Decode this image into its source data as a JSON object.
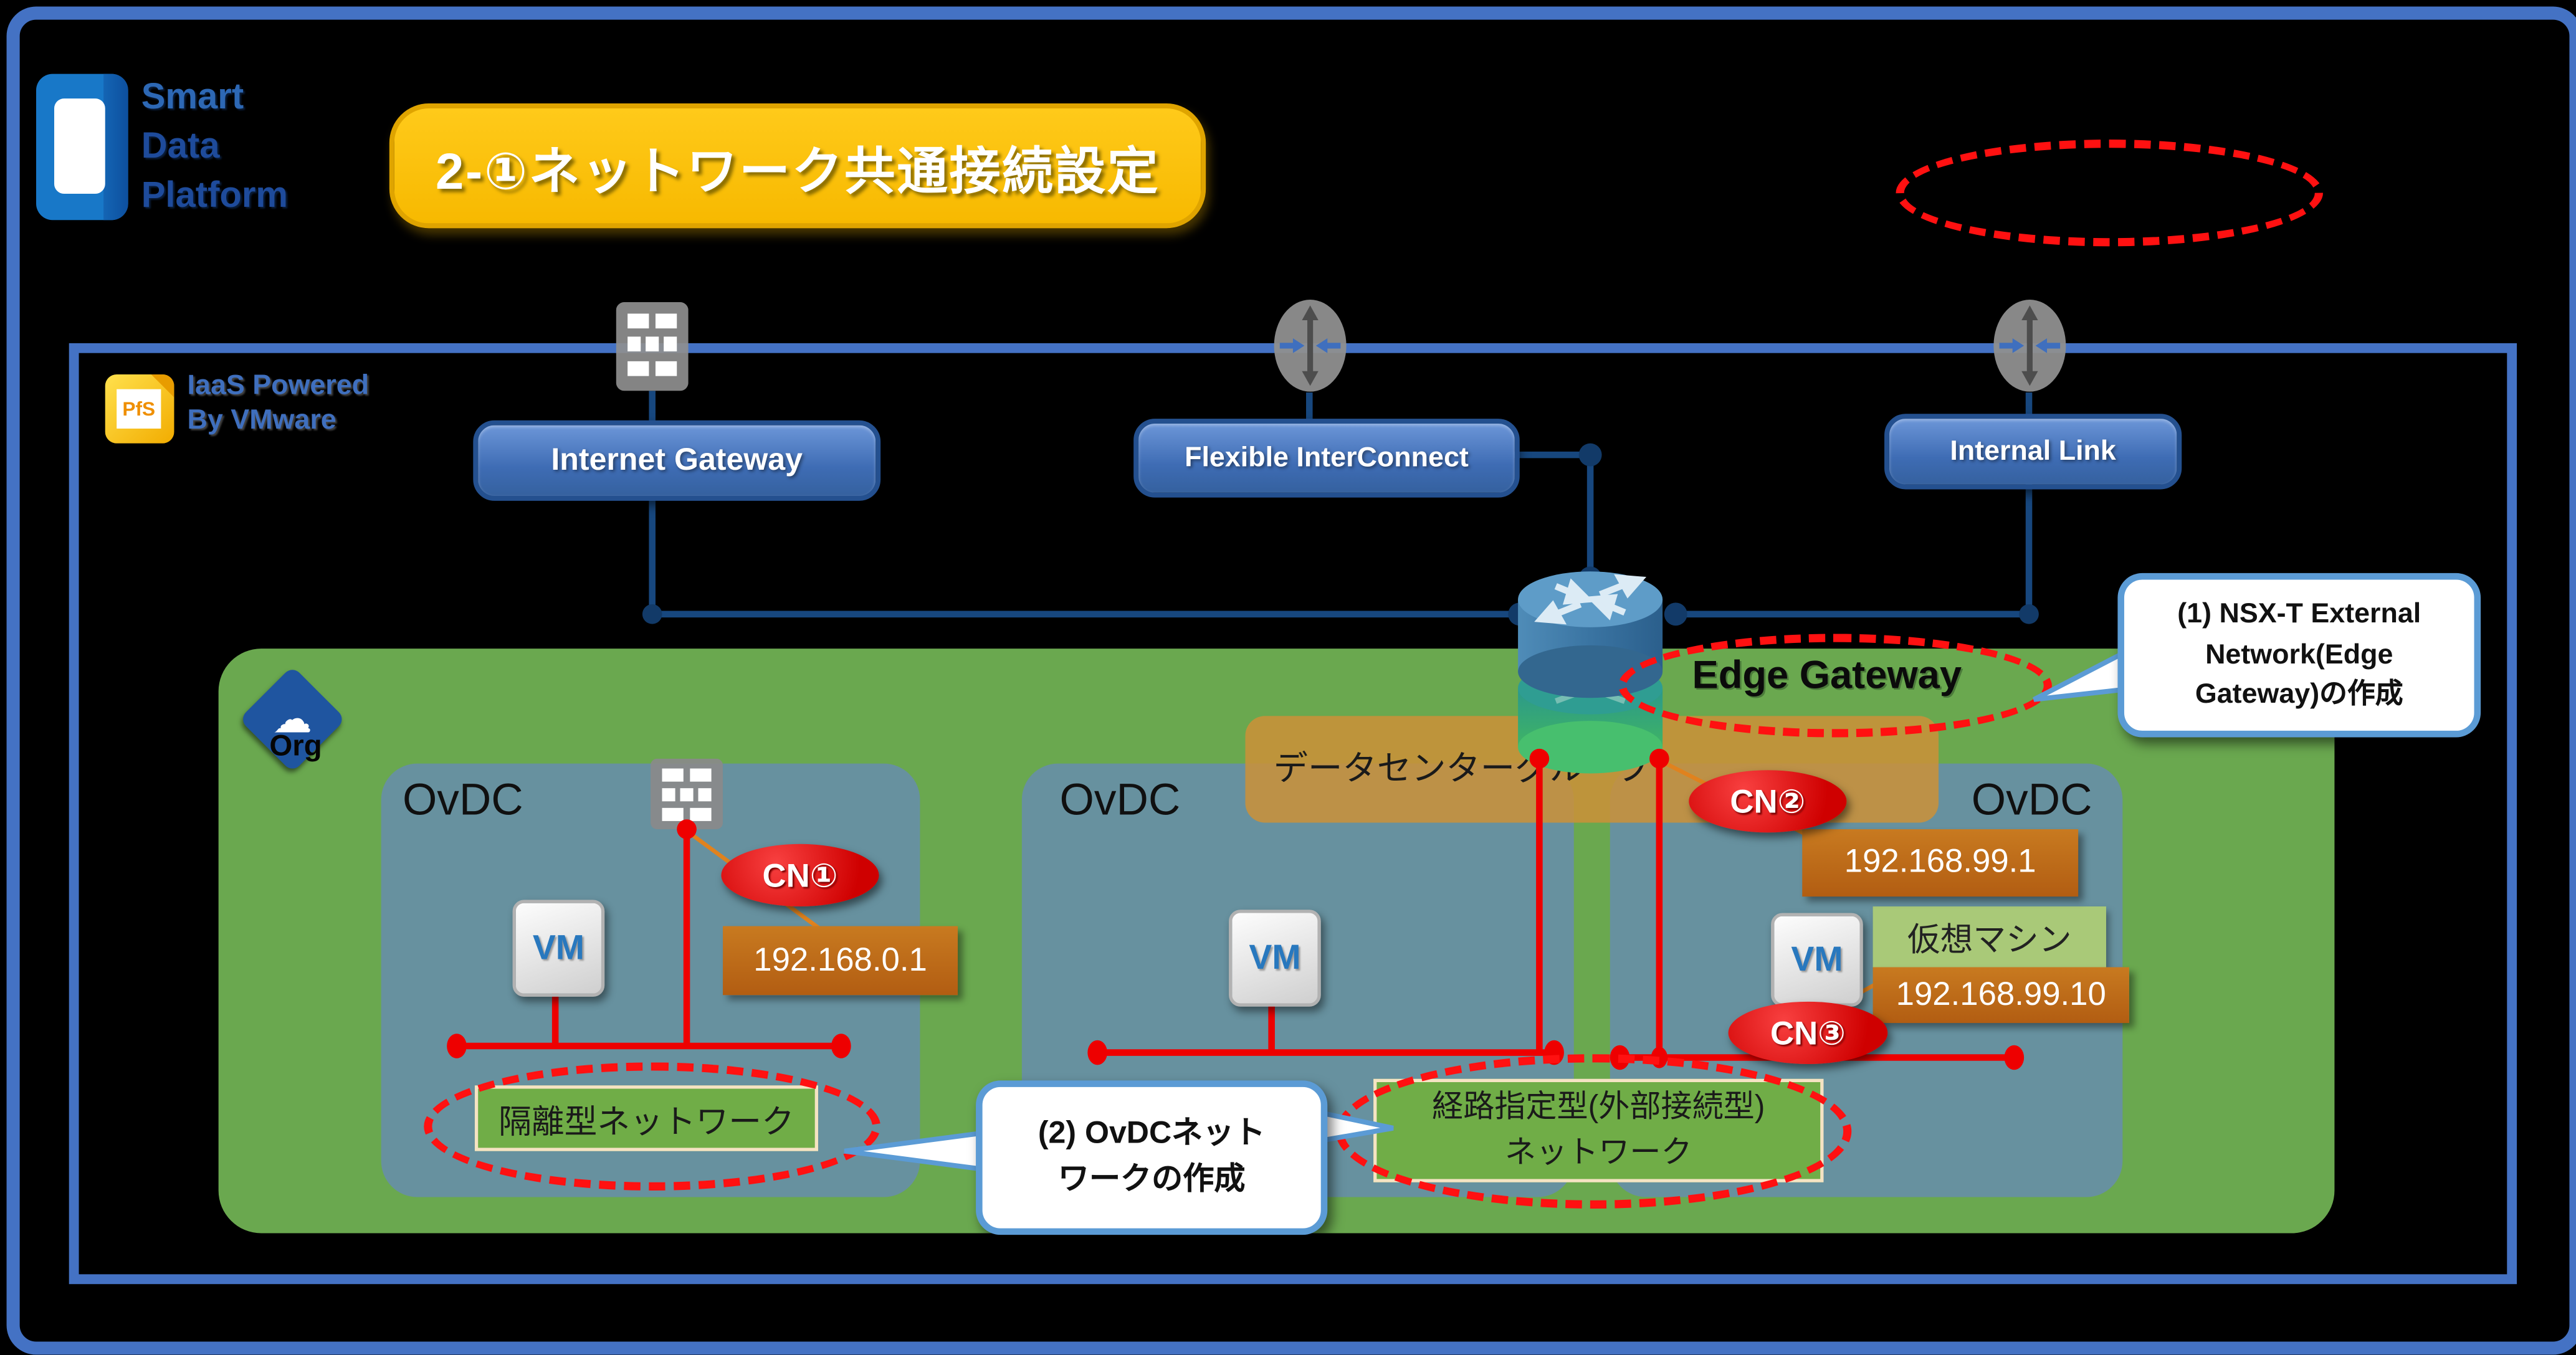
{
  "logo": {
    "lines": [
      "Smart",
      "Data",
      "Platform"
    ]
  },
  "banner": {
    "title": "2-①ネットワーク共通接続設定"
  },
  "iaas": {
    "badge": "PfS",
    "label_line1": "IaaS Powered",
    "label_line2": "By VMware"
  },
  "nodes": {
    "internet_gateway": "Internet Gateway",
    "flexible_interconnect": "Flexible InterConnect",
    "internal_link": "Internal Link"
  },
  "edge_gateway": {
    "label": "Edge Gateway"
  },
  "org": {
    "label": "Org"
  },
  "ovdcs": [
    {
      "label": "OvDC"
    },
    {
      "label": "OvDC"
    },
    {
      "label": "OvDC"
    }
  ],
  "datacenter_group": {
    "label": "データセンターグループ"
  },
  "vms": {
    "label": "VM",
    "virtual_machine_label": "仮想マシン"
  },
  "networks": {
    "isolated_label": "隔離型ネットワーク",
    "routed_label_line1": "経路指定型(外部接続型)",
    "routed_label_line2": "ネットワーク"
  },
  "cn": {
    "cn1": "CN①",
    "cn2": "CN②",
    "cn3": "CN③"
  },
  "ips": {
    "cn1_ip": "192.168.0.1",
    "cn2_ip": "192.168.99.1",
    "cn3_ip": "192.168.99.10"
  },
  "callouts": {
    "c1_line1": "(1) NSX-T External",
    "c1_line2": "Network(Edge",
    "c1_line3": "Gateway)の作成",
    "c2_line1": "(2) OvDCネット",
    "c2_line2": "ワークの作成"
  },
  "colors": {
    "accent_blue": "#4472C4",
    "banner_yellow": "#FFC000",
    "org_green": "#6AA84F",
    "ovdc_teal": "#67919F",
    "dc_group_orange": "#C98A34",
    "alert_red": "#EE0000",
    "ip_box_orange": "#BD671A",
    "network_green": "#70AD47",
    "vm_label_green": "#A9C978"
  }
}
